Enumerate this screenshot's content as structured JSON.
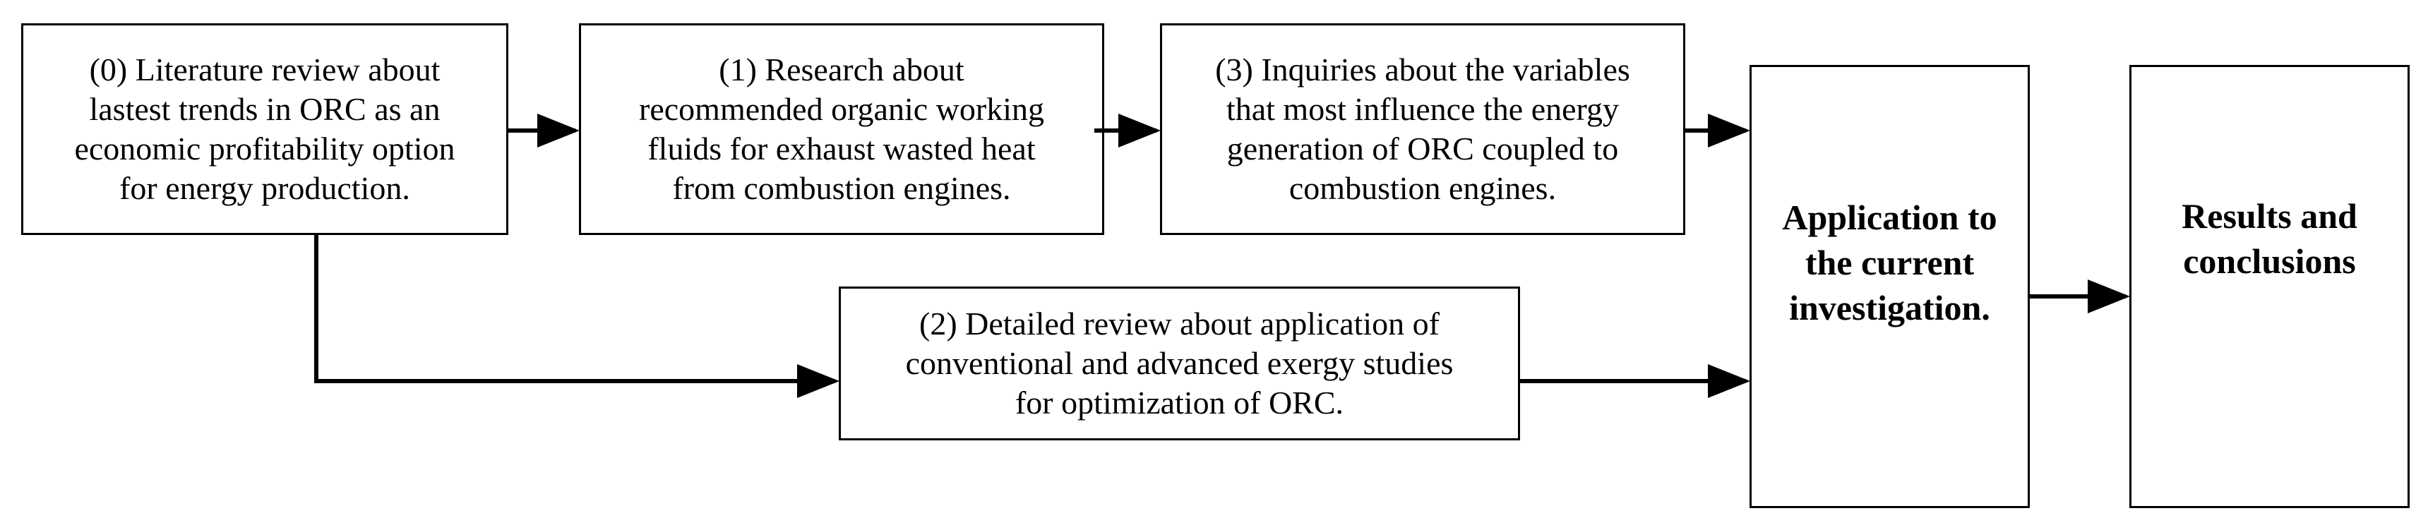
{
  "nodes": {
    "step0": "(0) Literature review about\nlastest trends in ORC as an\neconomic profitability option\nfor energy production.",
    "step1": "(1) Research about\nrecommended organic working\nfluids for exhaust wasted heat\nfrom combustion engines.",
    "step2": "(2) Detailed review about application of\nconventional and advanced exergy studies\nfor optimization of ORC.",
    "step3": "(3) Inquiries about the variables\nthat most influence the energy\ngeneration of ORC coupled to\ncombustion engines.",
    "application": "Application to\nthe current\ninvestigation.",
    "results": "Results and\nconclusions"
  }
}
